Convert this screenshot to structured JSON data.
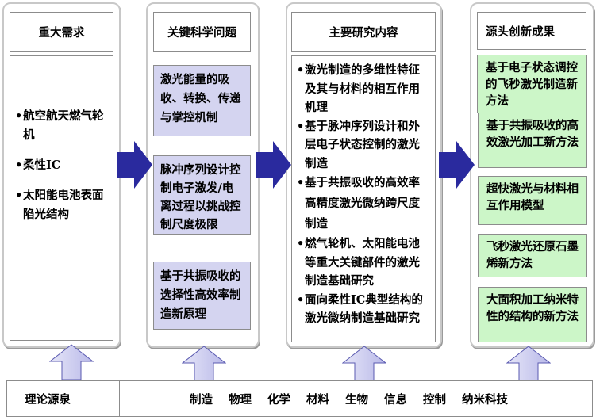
{
  "columns": [
    {
      "title": "重大需求",
      "bullets": [
        "航空航天燃气轮机",
        "柔性IC",
        "太阳能电池表面陷光结构"
      ]
    },
    {
      "title": "关键科学问题",
      "boxes": [
        "激光能量的吸收、转换、传递与掌控机制",
        "脉冲序列设计控制电子激发/电离过程以挑战控制尺度极限",
        "基于共振吸收的选择性高效率制造新原理"
      ]
    },
    {
      "title": "主要研究内容",
      "bullets": [
        "激光制造的多维性特征及其与材料的相互作用机理",
        "基于脉冲序列设计和外层电子状态控制的激光制造",
        "基于共振吸收的高效率高精度激光微纳跨尺度制造",
        "燃气轮机、太阳能电池等重大关键部件的激光制造基础研究",
        "面向柔性IC典型结构的激光微纳制造基础研究"
      ]
    },
    {
      "title": "源头创新成果",
      "boxes": [
        "基于电子状态调控的飞秒激光制造新方法",
        "基于共振吸收的高效激光加工新方法",
        "超快激光与材料相互作用模型",
        "飞秒激光还原石墨烯新方法",
        "大面积加工纳米特性的结构的新方法"
      ]
    }
  ],
  "bottom_bar": {
    "label": "理论源泉",
    "disciplines": [
      "制造",
      "物理",
      "化学",
      "材料",
      "生物",
      "信息",
      "控制",
      "纳米科技"
    ]
  },
  "colors": {
    "arrow_dark": "#2a2a9e",
    "arrow_light": "#c8c8ee",
    "lavender_box": "#d4d4f0",
    "green_box": "#ccf6c8",
    "border": "#8c8c8c"
  },
  "bullet_glyph": "•"
}
